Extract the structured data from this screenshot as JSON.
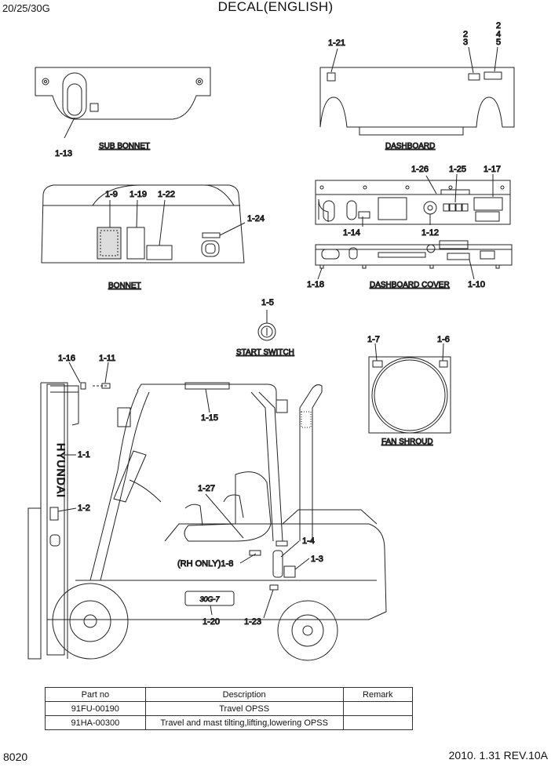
{
  "header": {
    "model": "20/25/30G",
    "title": "DECAL(ENGLISH)"
  },
  "footer": {
    "page_number": "8020",
    "revision": "2010. 1.31  REV.10A"
  },
  "captions": {
    "sub_bonnet": "SUB BONNET",
    "dashboard": "DASHBOARD",
    "bonnet": "BONNET",
    "dashboard_cover": "DASHBOARD COVER",
    "start_switch": "START SWITCH",
    "fan_shroud": "FAN SHROUD"
  },
  "labels": {
    "l1_21": "1-21",
    "l2_3a": "2",
    "l2_3b": "3",
    "l245a": "2",
    "l245b": "4",
    "l245c": "5",
    "l1_13": "1-13",
    "l1_9": "1-9",
    "l1_19": "1-19",
    "l1_22": "1-22",
    "l1_24": "1-24",
    "l1_26": "1-26",
    "l1_25": "1-25",
    "l1_17": "1-17",
    "l1_14": "1-14",
    "l1_12": "1-12",
    "l1_18": "1-18",
    "l1_10": "1-10",
    "l1_5": "1-5",
    "l1_7": "1-7",
    "l1_6": "1-6",
    "l1_16": "1-16",
    "l1_11": "1-11",
    "l1_15": "1-15",
    "l1_1": "1-1",
    "l1_2": "1-2",
    "l1_27": "1-27",
    "l1_4": "1-4",
    "l1_3": "1-3",
    "l1_8": "(RH ONLY)1-8",
    "l1_20": "1-20",
    "l1_23": "1-23"
  },
  "mast_brand": "HYUNDAI",
  "truck_badge": "30G-7",
  "parts_table": {
    "headers": [
      "Part no",
      "Description",
      "Remark"
    ],
    "rows": [
      [
        "91FU-00190",
        "Travel OPSS",
        ""
      ],
      [
        "91HA-00300",
        "Travel and mast tilting,lifting,lowering OPSS",
        ""
      ]
    ]
  }
}
